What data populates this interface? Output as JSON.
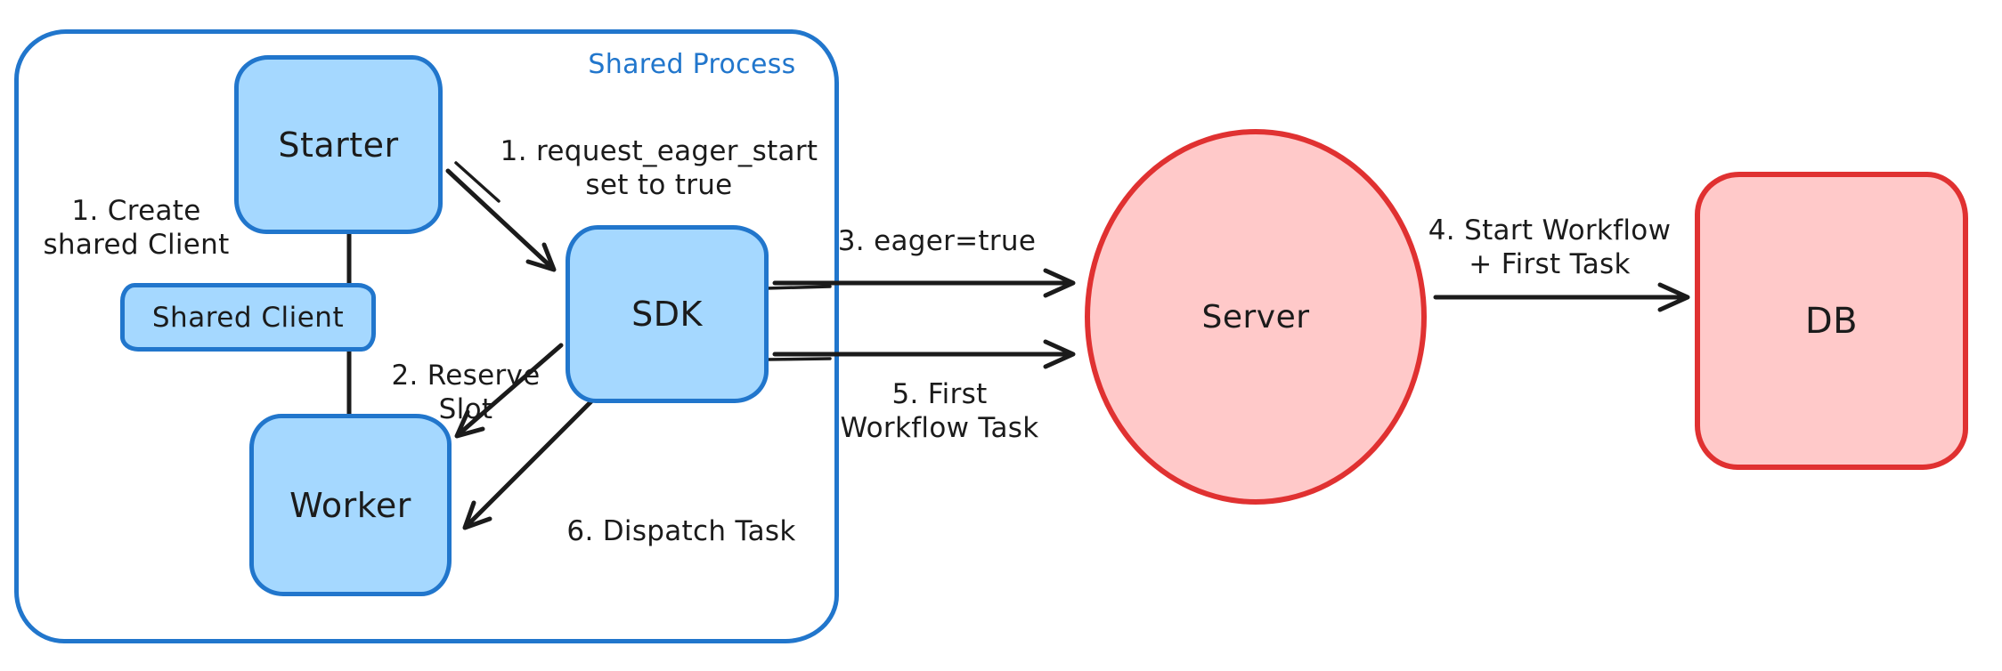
{
  "colors": {
    "blue_stroke": "#2176cc",
    "blue_fill": "#a5d8ff",
    "red_stroke": "#e03131",
    "red_fill": "#ffc9c9",
    "ink": "#1b1b1b",
    "background": "#ffffff"
  },
  "container": {
    "label": "Shared Process"
  },
  "nodes": {
    "starter": {
      "label": "Starter"
    },
    "shared_client": {
      "label": "Shared Client"
    },
    "worker": {
      "label": "Worker"
    },
    "sdk": {
      "label": "SDK"
    },
    "server": {
      "label": "Server"
    },
    "db": {
      "label": "DB"
    }
  },
  "annotations": {
    "create_shared_client": "1. Create\nshared Client",
    "request_eager_start": "1. request_eager_start\nset to true",
    "reserve_slot": "2. Reserve\nSlot",
    "eager_true": "3. eager=true",
    "start_workflow_first_task": "4. Start Workflow\n+ First Task",
    "first_workflow_task": "5. First\nWorkflow Task",
    "dispatch_task": "6. Dispatch Task"
  }
}
